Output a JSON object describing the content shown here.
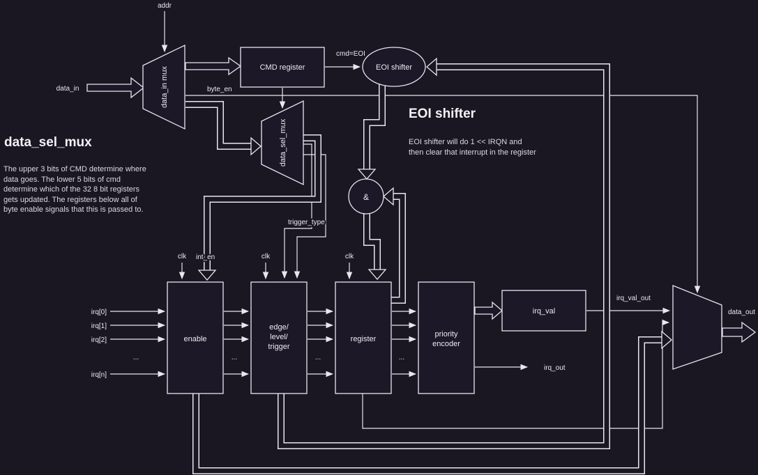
{
  "colors": {
    "background": "#1a1622",
    "line": "#e9e6ee",
    "text": "#edeaf1",
    "box_fill": "#1c1827"
  },
  "headings": {
    "data_sel_mux": {
      "title": "data_sel_mux",
      "body": "The upper 3 bits of CMD determine where data goes. The lower 5 bits of cmd determine which of the 32 8 bit registers gets updated. The registers below all of byte enable signals that this is passed to."
    },
    "eoi_shifter": {
      "title": "EOI shifter",
      "body": "EOI shifter will do 1 << IRQN and then clear that interrupt in the register"
    }
  },
  "blocks": {
    "data_in_mux": "data_in mux",
    "cmd_register": "CMD register",
    "eoi_shifter": "EOI shifter",
    "data_sel_mux": "data_sel_mux",
    "and_gate": "&",
    "enable": "enable",
    "edge_line1": "edge/",
    "edge_line2": "level/",
    "edge_line3": "trigger",
    "register": "register",
    "priority_line1": "priority",
    "priority_line2": "encoder",
    "irq_val": "irq_val"
  },
  "labels": {
    "addr": "addr",
    "data_in": "data_in",
    "byte_en": "byte_en",
    "cmd_eoi": "cmd=EOI",
    "trigger_type": "trigger_type",
    "clk": "clk",
    "int_en": "int_en",
    "irq0": "irq[0]",
    "irq1": "irq[1]",
    "irq2": "irq[2]",
    "irqn": "irq[n]",
    "ellipsis": "...",
    "irq_val_out": "irq_val_out",
    "irq_out": "irq_out",
    "data_out": "data_out"
  }
}
